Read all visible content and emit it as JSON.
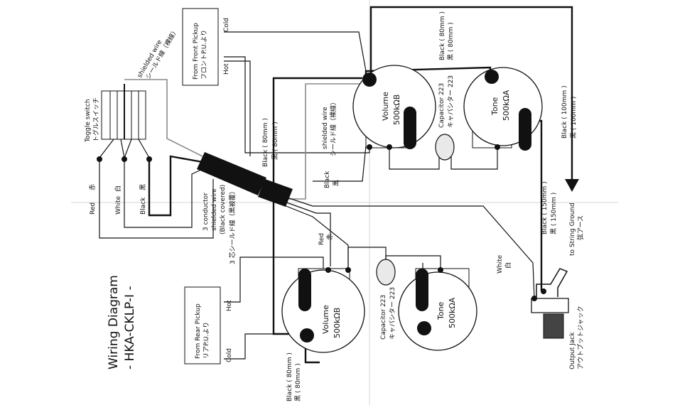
{
  "title": {
    "line1": "Wiring Diagram",
    "line2": "- HKA-CKLP-I -"
  },
  "front_pickup": {
    "en": "From Front Pickup",
    "jp": "フロントP.U.より",
    "cold": "Cold",
    "hot": "Hot"
  },
  "rear_pickup": {
    "en": "From Rear Pickup",
    "jp": "リアP.U.より",
    "hot": "Hot",
    "cold": "Cold"
  },
  "toggle": {
    "en": "Toggle switch",
    "jp": "トグルスイッチ"
  },
  "shielded_wire_top": {
    "en": "shielded wire",
    "jp": "シールド線（裸線）"
  },
  "shielded_wire_mid": {
    "en": "shielded wire",
    "jp": "シールド線（裸線）"
  },
  "three_conductor": {
    "line1": "3 conductor",
    "line2": "shielded wire",
    "line3": "(Black covered)",
    "jp": "3 芯シールド線（黒被覆）"
  },
  "toggle_wires": {
    "red": "Red",
    "red_jp": "赤",
    "white": "White",
    "white_jp": "白",
    "black": "Black",
    "black_jp": "黒"
  },
  "upper_volume": {
    "label": "Volume",
    "value": "500kΩB"
  },
  "upper_tone": {
    "label": "Tone",
    "value": "500kΩA"
  },
  "upper_capacitor": {
    "en": "Capacitor 223",
    "jp": "キャパシター 223"
  },
  "lower_volume": {
    "label": "Volume",
    "value": "500kΩB"
  },
  "lower_tone": {
    "label": "Tone",
    "value": "500kΩA"
  },
  "lower_capacitor": {
    "en": "Capacitor 223",
    "jp": "キャパシター 223"
  },
  "wire_black_80_top": {
    "en": "Black ( 80mm )",
    "jp": "黒 ( 80mm )"
  },
  "wire_black_80_left": {
    "en": "Black ( 80mm )",
    "jp": "黒 ( 80mm )"
  },
  "wire_black_80_bottom": {
    "en": "Black ( 80mm )",
    "jp": "黒 ( 80mm )"
  },
  "wire_black_100": {
    "en": "Black ( 100mm )",
    "jp": "黒 ( 100mm )"
  },
  "wire_black_150": {
    "en": "Black ( 150mm )",
    "jp": "黒 ( 150mm )"
  },
  "wire_black_mid": {
    "en": "Black",
    "jp": "黒"
  },
  "wire_red": {
    "en": "Red",
    "jp": "赤"
  },
  "wire_white": {
    "en": "White",
    "jp": "白"
  },
  "string_ground": {
    "en": "to String Ground",
    "jp": "弦アース"
  },
  "output_jack": {
    "en": "Output Jack",
    "jp": "アウトプットジャック"
  }
}
